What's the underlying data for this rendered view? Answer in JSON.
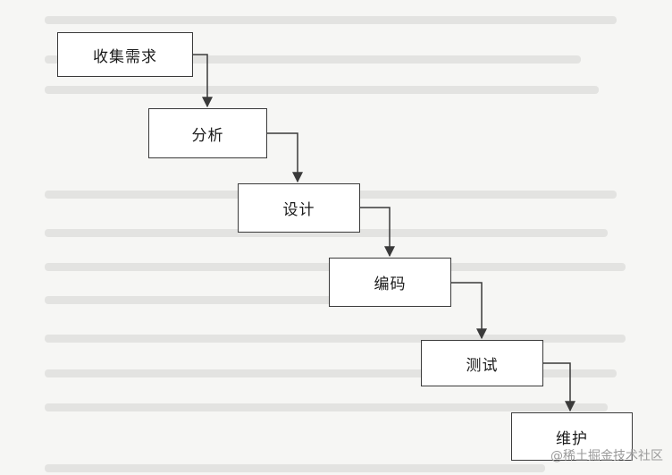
{
  "steps": [
    {
      "label": "收集需求"
    },
    {
      "label": "分析"
    },
    {
      "label": "设计"
    },
    {
      "label": "编码"
    },
    {
      "label": "测试"
    },
    {
      "label": "维护"
    }
  ],
  "watermark": "@稀土掘金技术社区"
}
